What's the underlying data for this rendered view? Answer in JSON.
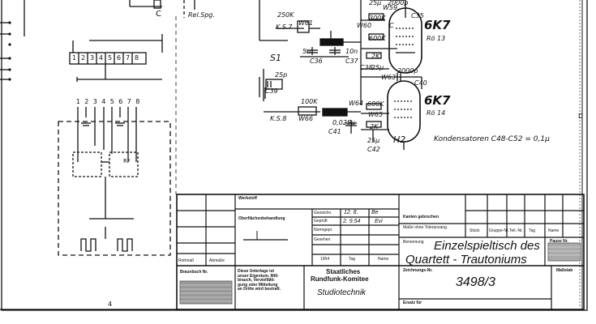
{
  "schematic": {
    "top_labels": {
      "c": "C",
      "rel_spg": "Rel.Spg.",
      "cap_2000p_top": "2000p",
      "r_25u_top": "25µ",
      "w59": "W59",
      "c35": "C35"
    },
    "tube_1": {
      "type": "6K7",
      "ref": "Rö 13"
    },
    "tube_2": {
      "type": "6K7",
      "ref": "Rö 14"
    },
    "switch_s1": "S1",
    "h2": "H2",
    "connector_pins": [
      "1",
      "2",
      "3",
      "4",
      "5",
      "6",
      "7",
      "8"
    ],
    "lower_pins": [
      "1",
      "2",
      "3",
      "4",
      "5",
      "6",
      "7",
      "8"
    ],
    "rf_label": "RF",
    "labels_upper": {
      "ks7": "K.S.7",
      "r250k": "250K",
      "w61": "W61",
      "r300k": "300K",
      "w60": "W60",
      "c_cap": "C",
      "r600k": "600K",
      "c5n": "5n",
      "c10n": "10n",
      "c36": "C36",
      "c37": "C37",
      "r2k": "2K",
      "c38": "C38",
      "c25u": "25µ",
      "cap2000p": "2000p",
      "w63": "W63",
      "c40": "C40"
    },
    "labels_lower": {
      "c25p": "25p",
      "c39": "C39",
      "r100k": "100K",
      "w64": "W64",
      "r600k_2": "600K",
      "ks8": "K.S.8",
      "w66": "W66",
      "c0025": "0,025µ",
      "c41": "C41",
      "w65": "W65",
      "r2k_2": "2K",
      "c25u_2": "25µ",
      "c42": "C42"
    },
    "note": "Kondensatoren C48-C52 = 0,1µ",
    "right_edge_letter": "D",
    "bottom_number": "4"
  },
  "title_block": {
    "werkstoff": "Werkstoff",
    "oberflaeche": "Oberflächenbehandlung",
    "gezeichnet": "Gezeichn.",
    "geprueft": "Geprüft",
    "normgepr": "Normgepr.",
    "gesehen": "Gesehen",
    "date_1": "12. 8.",
    "date_2": "2. 9.54",
    "initials_1": "Be",
    "initials_2": "Evi",
    "jahr": "1954",
    "tag": "Tag",
    "name": "Name",
    "kanten": "Kanten gebrochen",
    "masse_ohne": "Maße ohne Toleranzang.",
    "stueck": "Stück",
    "gruppe": "Gruppe-Nr.",
    "teil": "Teil.-Nr.",
    "tag2": "Tag",
    "name2": "Name",
    "benennung": "Benennung",
    "title_line_1": "Einzelspieltisch des",
    "title_line_2": "Quartett - Trautoniums",
    "pause_nr": "Pause Nr.",
    "rohmass": "Rohmaß",
    "abmasse": "Abmaße",
    "braunbuch": "Braunbuch Nr.",
    "notice": [
      "Diese Unterlage ist",
      "unser Eigentum. Miß-",
      "brauch, Vervielfälti-",
      "gung oder Mitteilung",
      "an Dritte wird bestraft."
    ],
    "org_1": "Staatliches",
    "org_2": "Rundfunk-Komitee",
    "org_3": "Studiotechnik",
    "zeichnungs_nr_label": "Zeichnungs-Nr.",
    "drawing_number": "3498/3",
    "massstab": "Maßstab",
    "ersatz_fuer": "Ersatz für"
  }
}
